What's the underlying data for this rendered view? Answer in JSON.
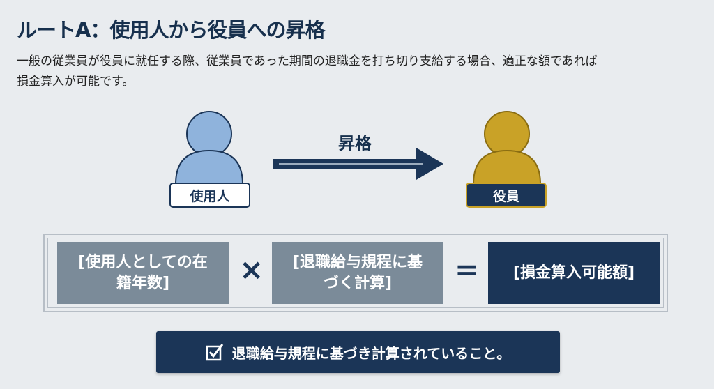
{
  "title": "ルートA：使用人から役員への昇格",
  "description": [
    "一般の従業員が役員に就任する際、従業員であった期間の退職金を打ち切り支給する場合、適正な額であれば",
    "損金算入が可能です。"
  ],
  "diagram": {
    "from_label": "使用人",
    "to_label": "役員",
    "arrow_label": "昇格",
    "colors": {
      "employee": "#8fb3dc",
      "officer": "#c9a227",
      "navy": "#1b3557"
    }
  },
  "formula": {
    "term1": "[使用人としての在籍年数]",
    "times": "×",
    "term2": "[退職給与規程に基づく計算]",
    "equals": "=",
    "result": "[損金算入可能額]"
  },
  "condition": {
    "icon": "checkbox-checked-icon",
    "text": "退職給与規程に基づき計算されていること。"
  }
}
